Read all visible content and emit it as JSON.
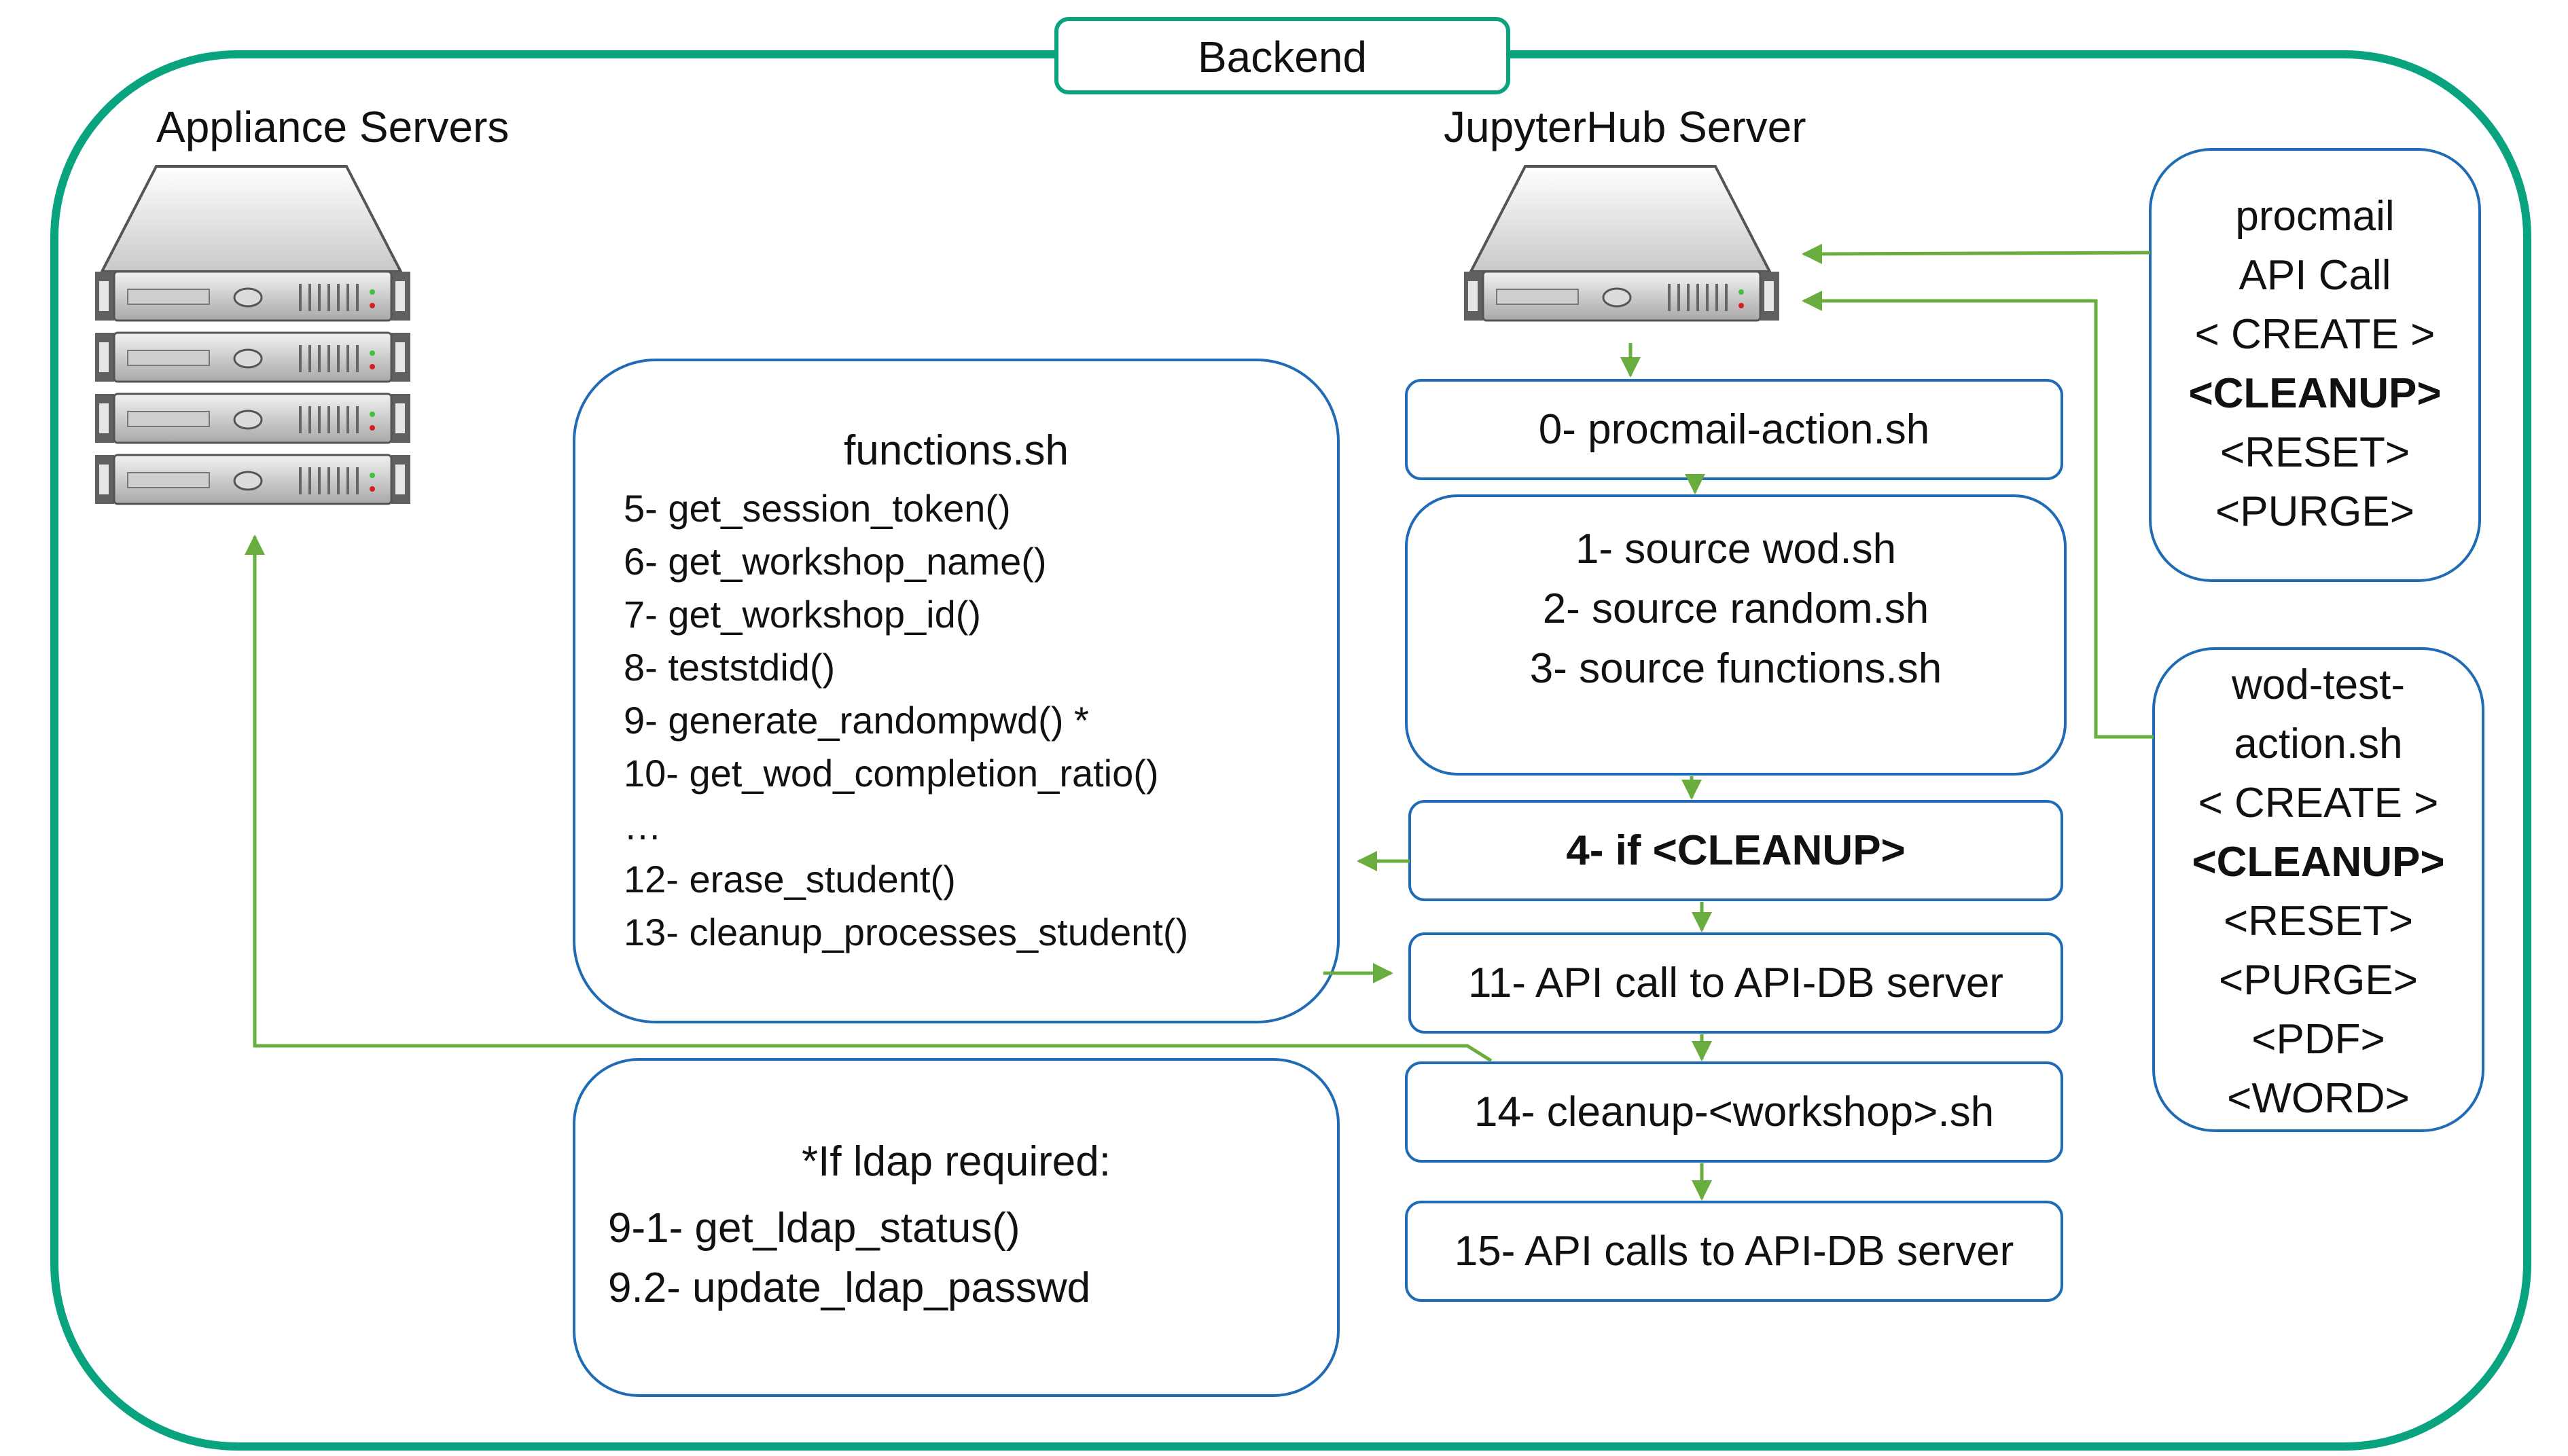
{
  "title": "Backend",
  "appliance_label": "Appliance Servers",
  "jupyterhub_label": "JupyterHub Server",
  "flow": {
    "step0": "0- procmail-action.sh",
    "steps123": [
      "1- source wod.sh",
      "2- source random.sh",
      "3- source functions.sh"
    ],
    "step4": "4- if <CLEANUP>",
    "step11": "11- API call to API-DB server",
    "step14": "14- cleanup-<workshop>.sh",
    "step15": "15- API calls to API-DB server"
  },
  "functions_box": {
    "title": "functions.sh",
    "items": [
      "5- get_session_token()",
      "6- get_workshop_name()",
      "7- get_workshop_id()",
      "8- teststdid()",
      "9- generate_randompwd() *",
      "10- get_wod_completion_ratio()",
      "…",
      "12- erase_student()",
      "13- cleanup_processes_student()"
    ]
  },
  "ldap_box": {
    "title": "*If ldap required:",
    "items": [
      "9-1- get_ldap_status()",
      "9.2- update_ldap_passwd"
    ]
  },
  "procmail_box": {
    "lines": [
      "procmail",
      "API Call",
      "< CREATE >",
      "<CLEANUP>",
      "<RESET>",
      "<PURGE>"
    ],
    "bold_line": "<CLEANUP>"
  },
  "wodtest_box": {
    "lines": [
      "wod-test-",
      "action.sh",
      "< CREATE >",
      "<CLEANUP>",
      "<RESET>",
      "<PURGE>",
      "<PDF>",
      "<WORD>"
    ],
    "bold_line": "<CLEANUP>"
  },
  "colors": {
    "frame": "#0aa37f",
    "box_border": "#1f6bb5",
    "arrow": "#6aad3f"
  }
}
